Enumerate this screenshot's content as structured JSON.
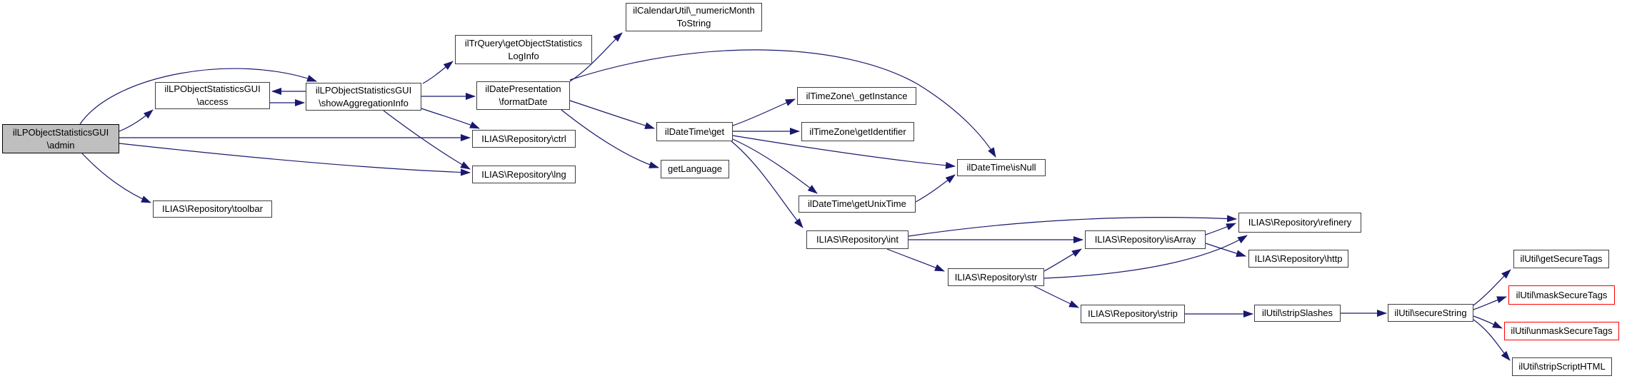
{
  "diagram": {
    "type": "doxygen-call-graph",
    "root_function": "ilLPObjectStatisticsGUI\\admin",
    "background": "#ffffff",
    "edge_color": "#191970",
    "node_fill": "#ffffff",
    "node_border_color": "#3f3f3f",
    "selected_node_fill": "#bfbfbf",
    "selected_node_border_color": "#000000",
    "truncated_node_border_color": "#ff0000"
  },
  "nodes": {
    "admin": {
      "label": "ilLPObjectStatisticsGUI\\admin",
      "line1": "ilLPObjectStatisticsGUI",
      "line2": "\\admin",
      "style": "selected"
    },
    "access": {
      "label": "ilLPObjectStatisticsGUI\\access",
      "line1": "ilLPObjectStatisticsGUI",
      "line2": "\\access"
    },
    "showAggregationInfo": {
      "label": "ilLPObjectStatisticsGUI\\showAggregationInfo",
      "line1": "ilLPObjectStatisticsGUI",
      "line2": "\\showAggregationInfo"
    },
    "toolbar": {
      "label": "ILIAS\\Repository\\toolbar",
      "line1": "ILIAS\\Repository\\toolbar"
    },
    "getObjectStatisticsLogInfo": {
      "label": "ilTrQuery\\getObjectStatisticsLogInfo",
      "line1": "ilTrQuery\\getObjectStatistics",
      "line2": "LogInfo"
    },
    "numericMonthToString": {
      "label": "ilCalendarUtil\\_numericMonthToString",
      "line1": "ilCalendarUtil\\_numericMonth",
      "line2": "ToString"
    },
    "formatDate": {
      "label": "ilDatePresentation\\formatDate",
      "line1": "ilDatePresentation",
      "line2": "\\formatDate"
    },
    "ctrl": {
      "label": "ILIAS\\Repository\\ctrl",
      "line1": "ILIAS\\Repository\\ctrl"
    },
    "lng": {
      "label": "ILIAS\\Repository\\lng",
      "line1": "ILIAS\\Repository\\lng"
    },
    "get": {
      "label": "ilDateTime\\get",
      "line1": "ilDateTime\\get"
    },
    "getLanguage": {
      "label": "getLanguage",
      "line1": "getLanguage"
    },
    "getInstance": {
      "label": "ilTimeZone\\_getInstance",
      "line1": "ilTimeZone\\_getInstance"
    },
    "getIdentifier": {
      "label": "ilTimeZone\\getIdentifier",
      "line1": "ilTimeZone\\getIdentifier"
    },
    "isNull": {
      "label": "ilDateTime\\isNull",
      "line1": "ilDateTime\\isNull"
    },
    "getUnixTime": {
      "label": "ilDateTime\\getUnixTime",
      "line1": "ilDateTime\\getUnixTime"
    },
    "int": {
      "label": "ILIAS\\Repository\\int",
      "line1": "ILIAS\\Repository\\int"
    },
    "str": {
      "label": "ILIAS\\Repository\\str",
      "line1": "ILIAS\\Repository\\str"
    },
    "isArray": {
      "label": "ILIAS\\Repository\\isArray",
      "line1": "ILIAS\\Repository\\isArray"
    },
    "refinery": {
      "label": "ILIAS\\Repository\\refinery",
      "line1": "ILIAS\\Repository\\refinery"
    },
    "http": {
      "label": "ILIAS\\Repository\\http",
      "line1": "ILIAS\\Repository\\http"
    },
    "strip": {
      "label": "ILIAS\\Repository\\strip",
      "line1": "ILIAS\\Repository\\strip"
    },
    "stripSlashes": {
      "label": "ilUtil\\stripSlashes",
      "line1": "ilUtil\\stripSlashes"
    },
    "secureString": {
      "label": "ilUtil\\secureString",
      "line1": "ilUtil\\secureString"
    },
    "getSecureTags": {
      "label": "ilUtil\\getSecureTags",
      "line1": "ilUtil\\getSecureTags"
    },
    "maskSecureTags": {
      "label": "ilUtil\\maskSecureTags",
      "line1": "ilUtil\\maskSecureTags",
      "style": "truncated"
    },
    "unmaskSecureTags": {
      "label": "ilUtil\\unmaskSecureTags",
      "line1": "ilUtil\\unmaskSecureTags",
      "style": "truncated"
    },
    "stripScriptHTML": {
      "label": "ilUtil\\stripScriptHTML",
      "line1": "ilUtil\\stripScriptHTML"
    }
  },
  "edges": [
    {
      "from": "admin",
      "to": "access"
    },
    {
      "from": "admin",
      "to": "showAggregationInfo"
    },
    {
      "from": "admin",
      "to": "ctrl"
    },
    {
      "from": "admin",
      "to": "lng"
    },
    {
      "from": "admin",
      "to": "toolbar"
    },
    {
      "from": "access",
      "to": "showAggregationInfo"
    },
    {
      "from": "showAggregationInfo",
      "to": "access"
    },
    {
      "from": "showAggregationInfo",
      "to": "getObjectStatisticsLogInfo"
    },
    {
      "from": "showAggregationInfo",
      "to": "formatDate"
    },
    {
      "from": "showAggregationInfo",
      "to": "ctrl"
    },
    {
      "from": "showAggregationInfo",
      "to": "lng"
    },
    {
      "from": "formatDate",
      "to": "numericMonthToString"
    },
    {
      "from": "formatDate",
      "to": "isNull"
    },
    {
      "from": "formatDate",
      "to": "get"
    },
    {
      "from": "formatDate",
      "to": "getLanguage"
    },
    {
      "from": "get",
      "to": "getInstance"
    },
    {
      "from": "get",
      "to": "getIdentifier"
    },
    {
      "from": "get",
      "to": "isNull"
    },
    {
      "from": "get",
      "to": "getUnixTime"
    },
    {
      "from": "get",
      "to": "int"
    },
    {
      "from": "getUnixTime",
      "to": "isNull"
    },
    {
      "from": "int",
      "to": "isArray"
    },
    {
      "from": "int",
      "to": "str"
    },
    {
      "from": "int",
      "to": "refinery"
    },
    {
      "from": "str",
      "to": "isArray"
    },
    {
      "from": "str",
      "to": "refinery"
    },
    {
      "from": "str",
      "to": "strip"
    },
    {
      "from": "isArray",
      "to": "refinery"
    },
    {
      "from": "isArray",
      "to": "http"
    },
    {
      "from": "strip",
      "to": "stripSlashes"
    },
    {
      "from": "stripSlashes",
      "to": "secureString"
    },
    {
      "from": "secureString",
      "to": "getSecureTags"
    },
    {
      "from": "secureString",
      "to": "maskSecureTags"
    },
    {
      "from": "secureString",
      "to": "unmaskSecureTags"
    },
    {
      "from": "secureString",
      "to": "stripScriptHTML"
    }
  ]
}
